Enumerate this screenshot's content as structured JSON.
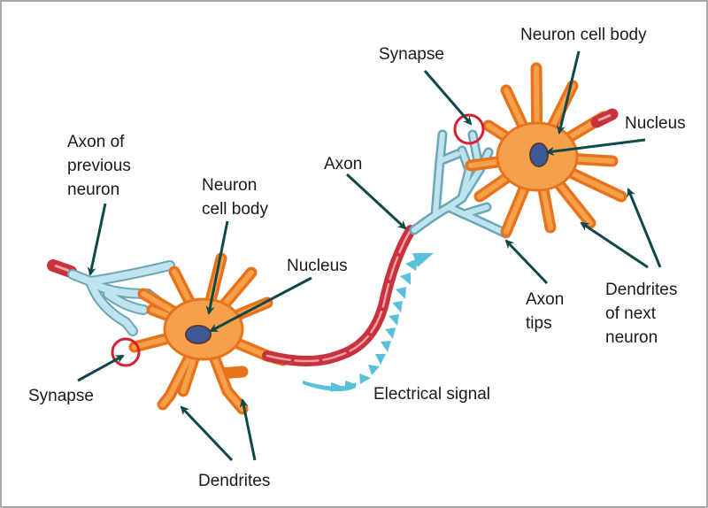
{
  "diagram": {
    "title": "Neuron signal transmission",
    "colors": {
      "cell_body": "#f5a04a",
      "cell_outline": "#e8731c",
      "nucleus": "#3e5a96",
      "nucleus_outline": "#5a3a3a",
      "axon_myelin": "#c8323c",
      "axon_highlight": "#f0a0a8",
      "axon_terminal": "#a8d8e4",
      "axon_terminal_outline": "#6aa8b8",
      "synapse_circle": "#d42030",
      "signal_arrows": "#5bc0dc",
      "pointer_arrows": "#0f4848",
      "text": "#1a1a1a",
      "border": "#a8a8a8"
    },
    "labels": {
      "axon_of_previous_neuron": "Axon of\nprevious\nneuron",
      "neuron_cell_body_left": "Neuron\ncell body",
      "nucleus_left": "Nucleus",
      "synapse_left": "Synapse",
      "dendrites": "Dendrites",
      "axon": "Axon",
      "electrical_signal": "Electrical signal",
      "synapse_right": "Synapse",
      "neuron_cell_body_right": "Neuron cell body",
      "nucleus_right": "Nucleus",
      "axon_tips": "Axon\ntips",
      "dendrites_of_next_neuron": "Dendrites\nof next\nneuron"
    }
  }
}
